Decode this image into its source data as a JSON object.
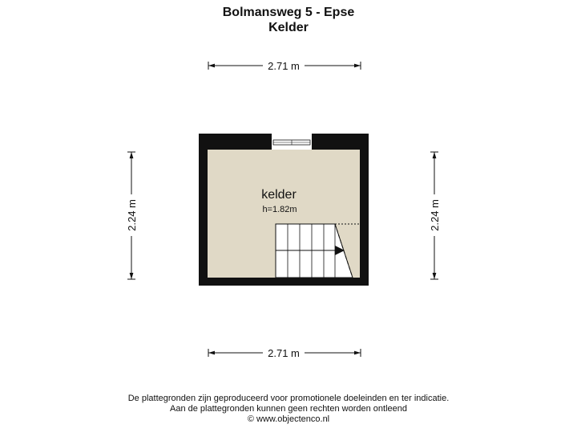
{
  "title": {
    "line1": "Bolmansweg 5 - Epse",
    "line2": "Kelder"
  },
  "dimensions": {
    "top_width": "2.71 m",
    "bottom_width": "2.71 m",
    "left_height": "2.24 m",
    "right_height": "2.24 m"
  },
  "room": {
    "name": "kelder",
    "height": "h=1.82m"
  },
  "footer": {
    "line1": "De plattegronden zijn geproduceerd voor promotionele doeleinden en ter indicatie.",
    "line2": "Aan de plattegronden kunnen geen rechten worden ontleend",
    "line3": "© www.objectenco.nl"
  },
  "colors": {
    "wall": "#111111",
    "floor": "#e0d9c6",
    "background": "#ffffff"
  }
}
